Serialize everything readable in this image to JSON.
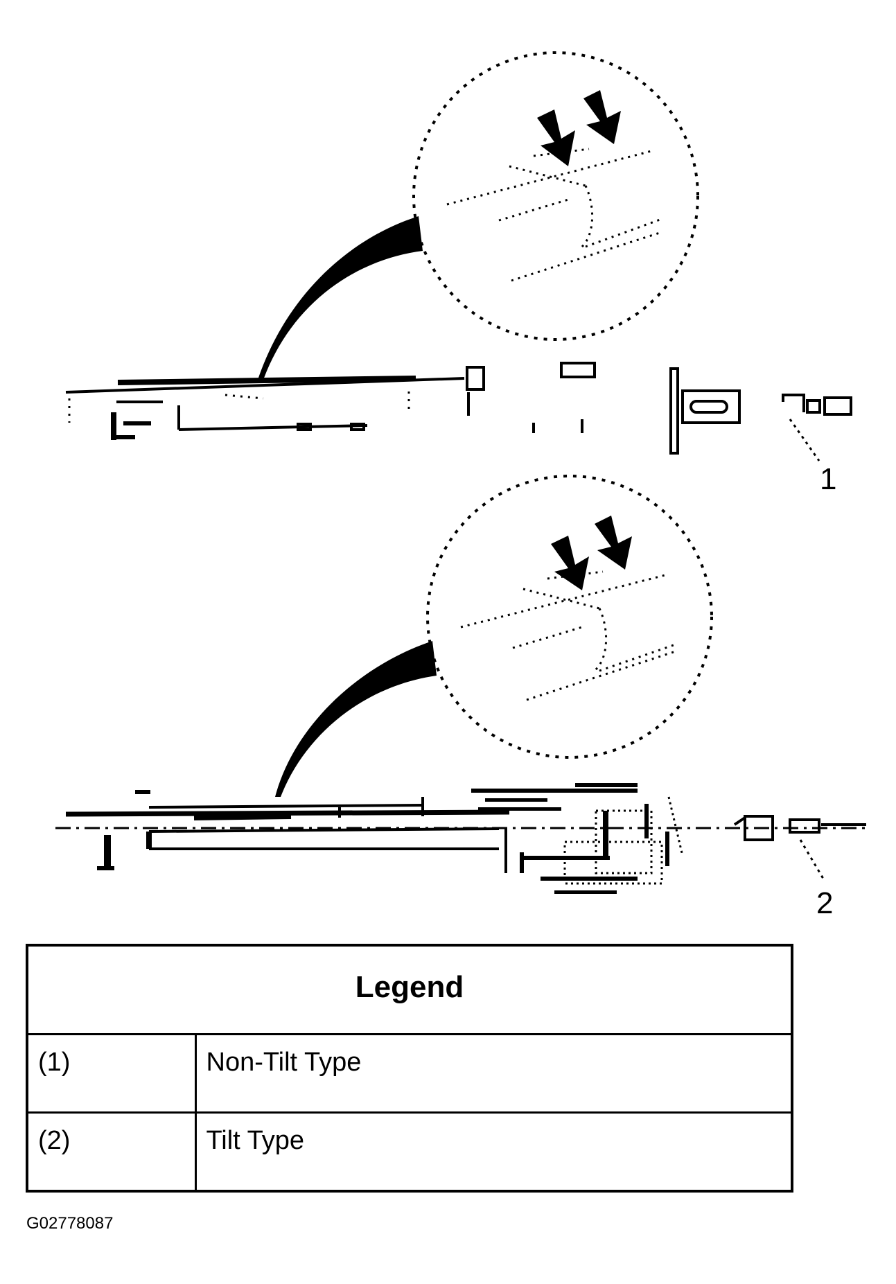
{
  "callouts": {
    "one": "1",
    "two": "2"
  },
  "legend": {
    "title": "Legend",
    "rows": [
      {
        "num": "(1)",
        "label": "Non-Tilt Type"
      },
      {
        "num": "(2)",
        "label": "Tilt Type"
      }
    ]
  },
  "figure_id": "G02778087",
  "colors": {
    "ink": "#000000",
    "paper": "#ffffff"
  }
}
